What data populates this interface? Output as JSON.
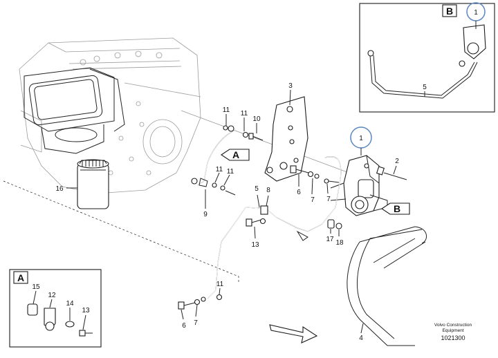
{
  "callouts": {
    "p1": "1",
    "p2": "2",
    "p3": "3",
    "p4": "4",
    "p5": "5",
    "p6": "6",
    "p7": "7",
    "p8": "8",
    "p9": "9",
    "p10": "10",
    "p11": "11",
    "p12": "12",
    "p13": "13",
    "p14": "14",
    "p15": "15",
    "p16": "16",
    "p17": "17",
    "p18": "18"
  },
  "views": {
    "a": "A",
    "b": "B"
  },
  "footer": {
    "line1": "Volvo Construction",
    "line2": "Equipment",
    "code": "1021300"
  },
  "highlight_color": "#5b87c0"
}
